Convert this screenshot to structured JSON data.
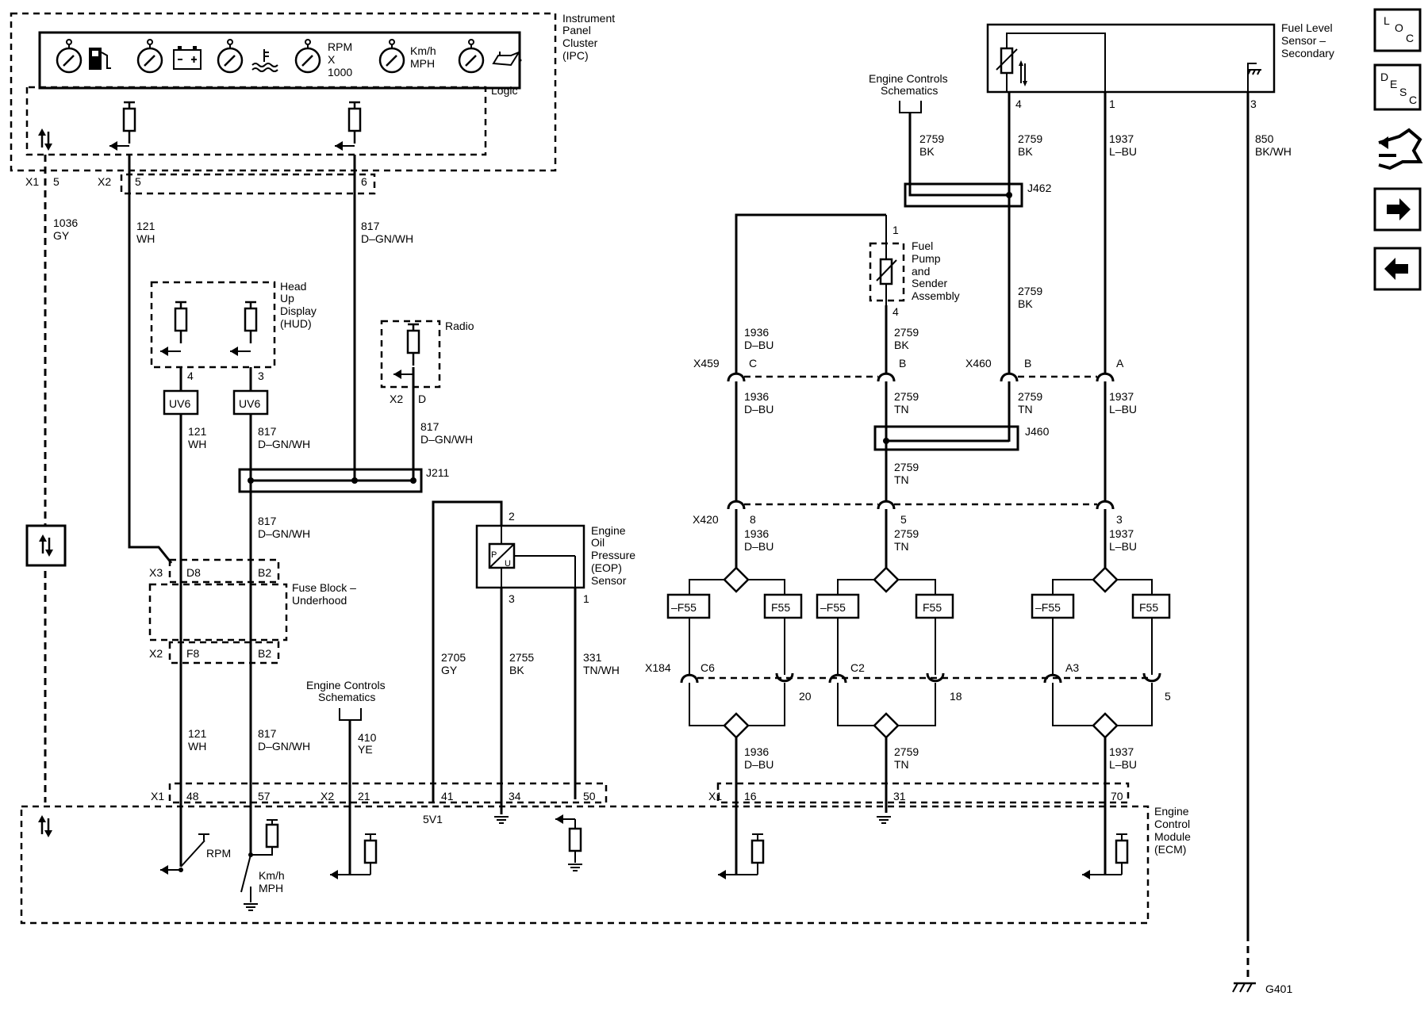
{
  "ipc": {
    "title": [
      "Instrument",
      "Panel",
      "Cluster",
      "(IPC)"
    ],
    "logic": "Logic",
    "rpm": [
      "RPM",
      "X",
      "1000"
    ],
    "kmh": [
      "Km/h",
      "MPH"
    ]
  },
  "hud": {
    "title": [
      "Head",
      "Up",
      "Display",
      "(HUD)"
    ]
  },
  "radio": {
    "title": "Radio"
  },
  "fuse_block": {
    "title": [
      "Fuse Block –",
      "Underhood"
    ]
  },
  "eop": {
    "title": [
      "Engine",
      "Oil",
      "Pressure",
      "(EOP)",
      "Sensor"
    ]
  },
  "fuel_pump": {
    "title": [
      "Fuel",
      "Pump",
      "and",
      "Sender",
      "Assembly"
    ]
  },
  "fuel_level": {
    "title": [
      "Fuel Level",
      "Sensor –",
      "Secondary"
    ]
  },
  "ecm": {
    "title": [
      "Engine",
      "Control",
      "Module",
      "(ECM)"
    ],
    "rpm_label": "RPM",
    "kmh_label": [
      "Km/h",
      "MPH"
    ],
    "v5": "5V1"
  },
  "engine_controls_ref": [
    "Engine Controls",
    "Schematics"
  ],
  "wires": {
    "w1036": [
      "1036",
      "GY"
    ],
    "w121": [
      "121",
      "WH"
    ],
    "w817": [
      "817",
      "D–GN/WH"
    ],
    "w410": [
      "410",
      "YE"
    ],
    "w2705": [
      "2705",
      "GY"
    ],
    "w2755": [
      "2755",
      "BK"
    ],
    "w331": [
      "331",
      "TN/WH"
    ],
    "w1936": [
      "1936",
      "D–BU"
    ],
    "w2759bk": [
      "2759",
      "BK"
    ],
    "w2759tn": [
      "2759",
      "TN"
    ],
    "w1937": [
      "1937",
      "L–BU"
    ],
    "w850": [
      "850",
      "BK/WH"
    ]
  },
  "connectors": {
    "x1": "X1",
    "x2": "X2",
    "x3": "X3",
    "x459": "X459",
    "x460": "X460",
    "x420": "X420",
    "x184": "X184"
  },
  "splices": {
    "j211": "J211",
    "j460": "J460",
    "j462": "J462"
  },
  "options": {
    "uv6": "UV6",
    "f55": "F55",
    "not_f55": "–F55"
  },
  "pins": {
    "p1": "1",
    "p2": "2",
    "p3": "3",
    "p4": "4",
    "p5": "5",
    "p6": "6",
    "p8": "8",
    "p16": "16",
    "p18": "18",
    "p20": "20",
    "p21": "21",
    "p31": "31",
    "p34": "34",
    "p41": "41",
    "p48": "48",
    "p50": "50",
    "p57": "57",
    "p70": "70",
    "pA": "A",
    "pB": "B",
    "pC": "C",
    "pD": "D",
    "pD8": "D8",
    "pB2": "B2",
    "pF8": "F8",
    "pC6": "C6",
    "pC2": "C2",
    "pA3": "A3"
  },
  "ground": "G401",
  "nav": {
    "loc": [
      "L",
      "O",
      "C"
    ],
    "desc": [
      "D",
      "E",
      "S",
      "C"
    ],
    "icons": [
      "connector-view-icon",
      "next-arrow-icon",
      "previous-arrow-icon"
    ]
  }
}
